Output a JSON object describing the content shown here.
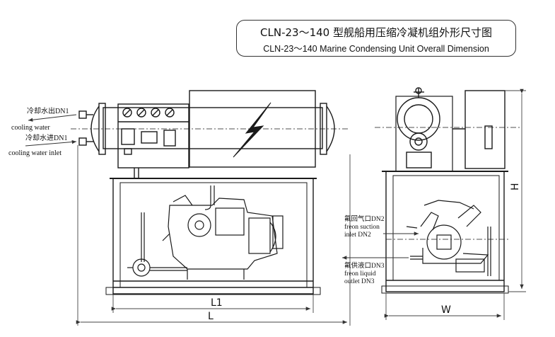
{
  "title": {
    "cn": "CLN-23～140 型舰船用压缩冷凝机组外形尺寸图",
    "en": "CLN-23～140 Marine Condensing Unit Overall Dimension"
  },
  "left_labels": {
    "water_out_cn": "冷却水出DN1",
    "water_out_en": "cooling  water",
    "water_in_cn": "冷却水进DN1",
    "water_in_en": "cooling water inlet"
  },
  "right_labels": {
    "suction_cn": "氟回气口DN2",
    "suction_en1": "freon suction",
    "suction_en2": "inlet DN2",
    "liquid_cn": "氟供液口DN3",
    "liquid_en1": "freon liquid",
    "liquid_en2": "outlet DN3"
  },
  "dimensions": {
    "L1": "L1",
    "L": "L",
    "W": "W",
    "H": "H"
  },
  "colors": {
    "line": "#1a1a1a",
    "dim_line": "#444444",
    "background": "#ffffff"
  }
}
